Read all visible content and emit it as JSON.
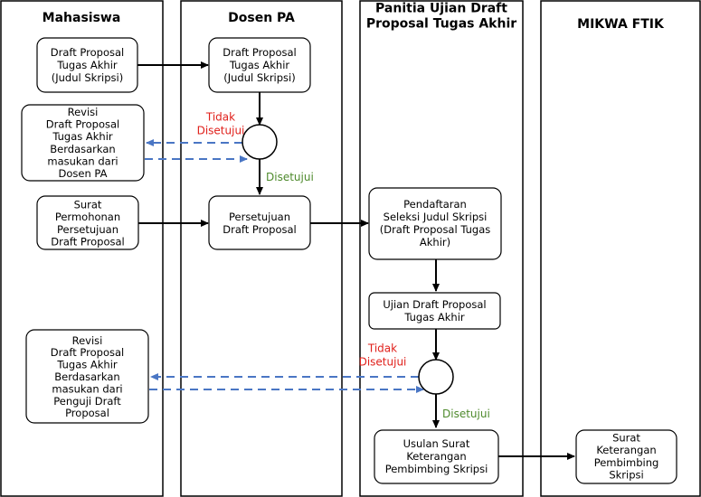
{
  "lanes": [
    {
      "title": [
        "Mahasiswa"
      ]
    },
    {
      "title": [
        "Dosen PA"
      ]
    },
    {
      "title": [
        "Panitia Ujian Draft",
        "Proposal Tugas Akhir"
      ]
    },
    {
      "title": [
        "MIKWA FTIK"
      ]
    }
  ],
  "boxes": {
    "mhs_draft": [
      "Draft Proposal",
      "Tugas Akhir",
      "(Judul Skripsi)"
    ],
    "mhs_revisi1": [
      "Revisi",
      "Draft Proposal",
      "Tugas Akhir",
      "Berdasarkan",
      "masukan dari",
      "Dosen PA"
    ],
    "mhs_surat": [
      "Surat",
      "Permohonan",
      "Persetujuan",
      "Draft Proposal"
    ],
    "mhs_revisi2": [
      "Revisi",
      "Draft Proposal",
      "Tugas Akhir",
      "Berdasarkan",
      "masukan dari",
      "Penguji Draft",
      "Proposal"
    ],
    "dpa_draft": [
      "Draft Proposal",
      "Tugas Akhir",
      "(Judul Skripsi)"
    ],
    "dpa_persetujuan": [
      "Persetujuan",
      "Draft Proposal"
    ],
    "pan_pendaftaran": [
      "Pendaftaran",
      "Seleksi Judul Skripsi",
      "(Draft Proposal Tugas",
      "Akhir)"
    ],
    "pan_ujian": [
      "Ujian Draft Proposal",
      "Tugas Akhir"
    ],
    "pan_usulan": [
      "Usulan Surat",
      "Keterangan",
      "Pembimbing Skripsi"
    ],
    "mik_surat": [
      "Surat",
      "Keterangan",
      "Pembimbing",
      "Skripsi"
    ]
  },
  "labels": {
    "tidak1": [
      "Tidak",
      "Disetujui"
    ],
    "setuju1": "Disetujui",
    "tidak2": [
      "Tidak",
      "Disetujui"
    ],
    "setuju2": "Disetujui"
  },
  "colors": {
    "lane_border": "#000000",
    "box_border": "#000000",
    "solid_arrow": "#000000",
    "dashed_arrow": "#4a76c4",
    "not_approved": "#e0201b",
    "approved": "#4e8a2c"
  }
}
